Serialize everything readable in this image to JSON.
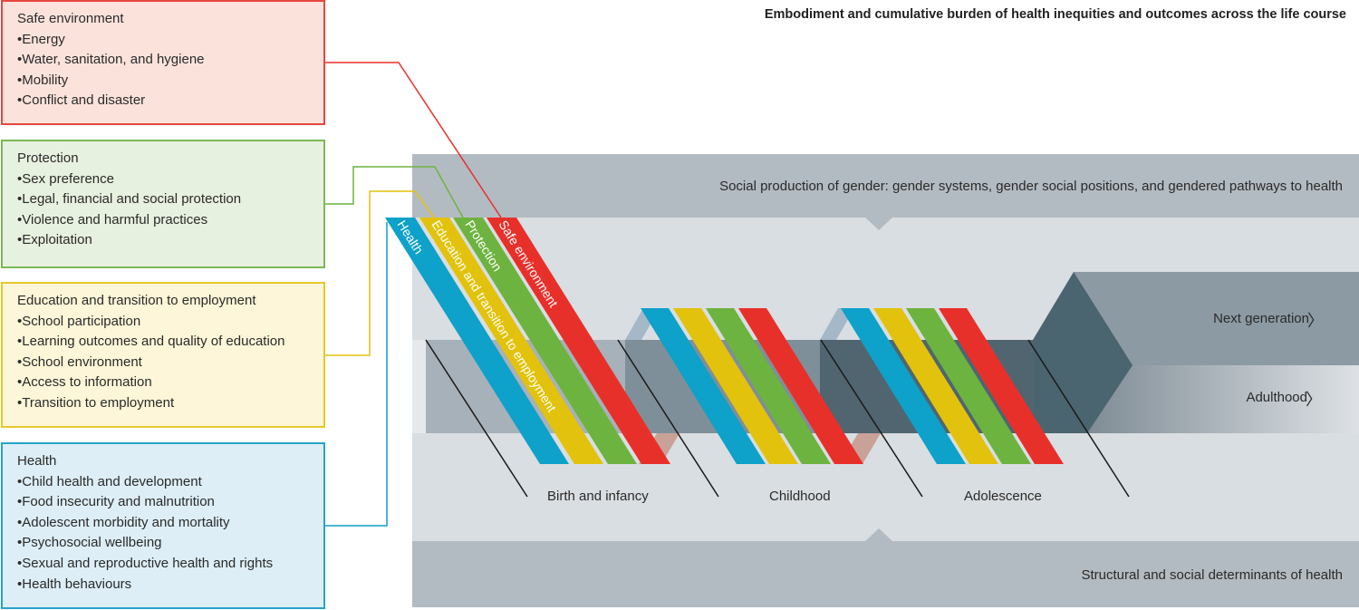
{
  "title": "Embodiment and cumulative burden of health inequities and outcomes across the life course",
  "domains": [
    {
      "id": "safe",
      "title": "Safe environment",
      "items": [
        "Energy",
        "Water, sanitation, and hygiene",
        "Mobility",
        "Conflict and disaster"
      ],
      "color": "#e8302b"
    },
    {
      "id": "protection",
      "title": "Protection",
      "items": [
        "Sex preference",
        "Legal, financial and social protection",
        "Violence and harmful practices",
        "Exploitation"
      ],
      "color": "#6db33f"
    },
    {
      "id": "education",
      "title": "Education and transition to employment",
      "items": [
        "School participation",
        "Learning outcomes and quality of education",
        "School environment",
        "Access to information",
        "Transition to employment"
      ],
      "color": "#e2c20c"
    },
    {
      "id": "health",
      "title": "Health",
      "items": [
        "Child health and development",
        "Food insecurity and malnutrition",
        "Adolescent morbidity and mortality",
        "Psychosocial wellbeing",
        "Sexual and reproductive health and rights",
        "Health behaviours"
      ],
      "color": "#0ea1c9"
    }
  ],
  "ribbon_labels": [
    "Health",
    "Education and transition to employment",
    "Protection",
    "Safe environment"
  ],
  "top_band": "Social production of gender: gender systems, gender social positions, and gendered pathways to health",
  "bottom_band": "Structural and social determinants of health",
  "stages": [
    "Birth and infancy",
    "Childhood",
    "Adolescence"
  ],
  "outcomes": {
    "next_generation": "Next generation",
    "adulthood": "Adulthood"
  },
  "chevron": "〉"
}
